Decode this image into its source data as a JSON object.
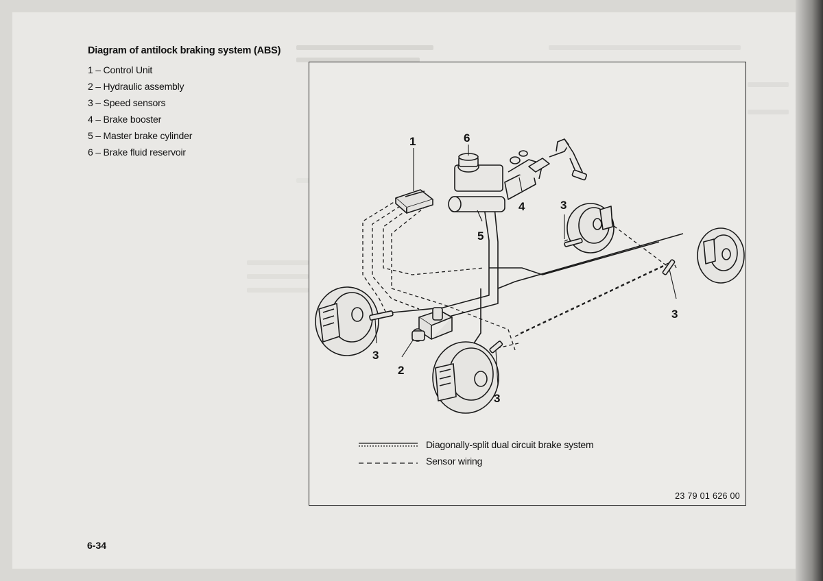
{
  "legend": {
    "title": "Diagram of antilock braking system (ABS)",
    "items": [
      {
        "label": "1 – Control Unit"
      },
      {
        "label": "2 – Hydraulic assembly"
      },
      {
        "label": "3 – Speed sensors"
      },
      {
        "label": "4 – Brake booster"
      },
      {
        "label": "5 – Master brake cylinder"
      },
      {
        "label": "6 – Brake fluid reservoir"
      }
    ]
  },
  "figure": {
    "callouts": {
      "control_unit": "1",
      "reservoir": "6",
      "booster": "4",
      "master_cylinder": "5",
      "hydraulic_assembly": "2",
      "sensor_rear_right": "3",
      "sensor_front_right": "3",
      "sensor_front_left": "3",
      "sensor_rear_left": "3"
    },
    "key": {
      "brake_lines": "Diagonally-split dual circuit brake system",
      "sensor_wiring": "Sensor wiring"
    },
    "figure_code": "23 79 01 626 00"
  },
  "page_number": "6-34"
}
